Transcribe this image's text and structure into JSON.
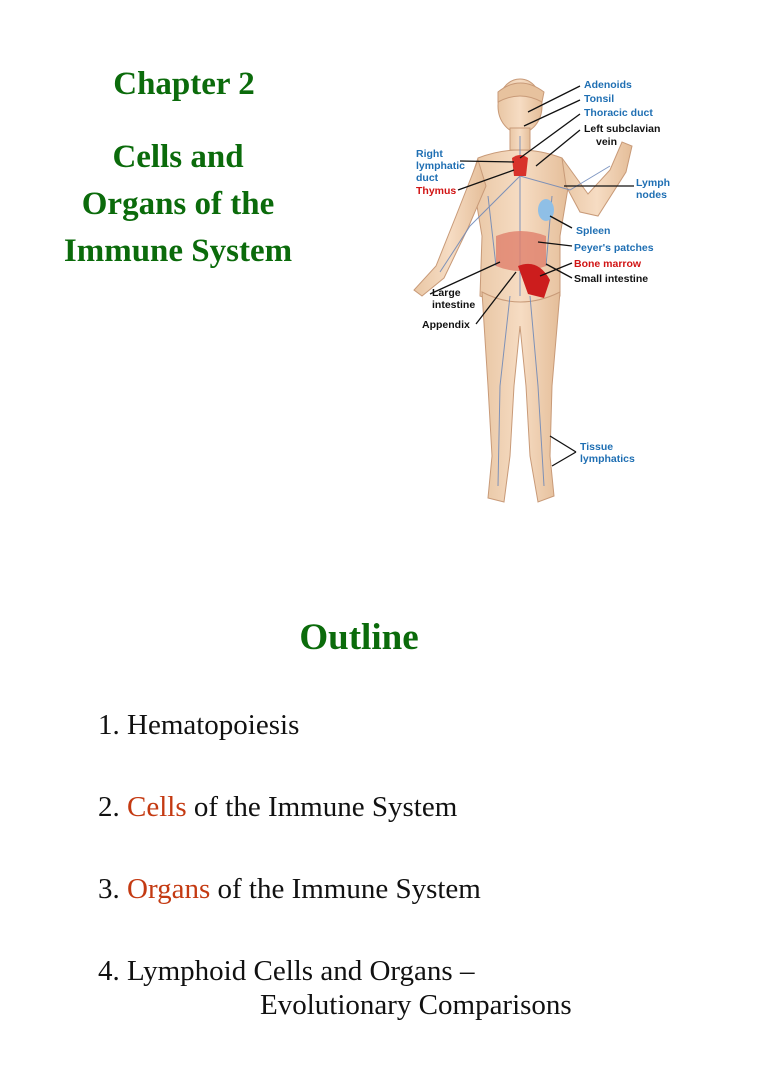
{
  "slide1": {
    "title": "Chapter 2",
    "subtitle_lines": [
      "Cells and",
      "Organs of the",
      "Immune System"
    ],
    "figure_labels": {
      "adenoids": "Adenoids",
      "tonsil": "Tonsil",
      "thoracic_duct": "Thoracic duct",
      "left_subclavian_1": "Left subclavian",
      "left_subclavian_2": "vein",
      "right_lymphatic_1": "Right",
      "right_lymphatic_2": "lymphatic",
      "right_lymphatic_3": "duct",
      "thymus": "Thymus",
      "lymph_nodes_1": "Lymph",
      "lymph_nodes_2": "nodes",
      "spleen": "Spleen",
      "peyers_patches": "Peyer's patches",
      "bone_marrow": "Bone marrow",
      "small_intestine": "Small intestine",
      "large_intestine_1": "Large",
      "large_intestine_2": "intestine",
      "appendix": "Appendix",
      "tissue_lymphatics_1": "Tissue",
      "tissue_lymphatics_2": "lymphatics"
    },
    "colors": {
      "title_green": "#0b6b0b",
      "label_blue": "#1f6fb3",
      "label_red": "#d11414"
    }
  },
  "slide2": {
    "title": "Outline",
    "items": [
      {
        "prefix": "1. ",
        "highlight": "",
        "rest": "Hematopoiesis",
        "continuation": ""
      },
      {
        "prefix": "2. ",
        "highlight": "Cells",
        "rest": " of the Immune System",
        "continuation": ""
      },
      {
        "prefix": "3. ",
        "highlight": "Organs",
        "rest": " of the Immune System",
        "continuation": ""
      },
      {
        "prefix": "4. ",
        "highlight": "",
        "rest": "Lymphoid Cells and Organs –",
        "continuation": "Evolutionary Comparisons"
      }
    ],
    "colors": {
      "highlight": "#c43a12"
    }
  }
}
